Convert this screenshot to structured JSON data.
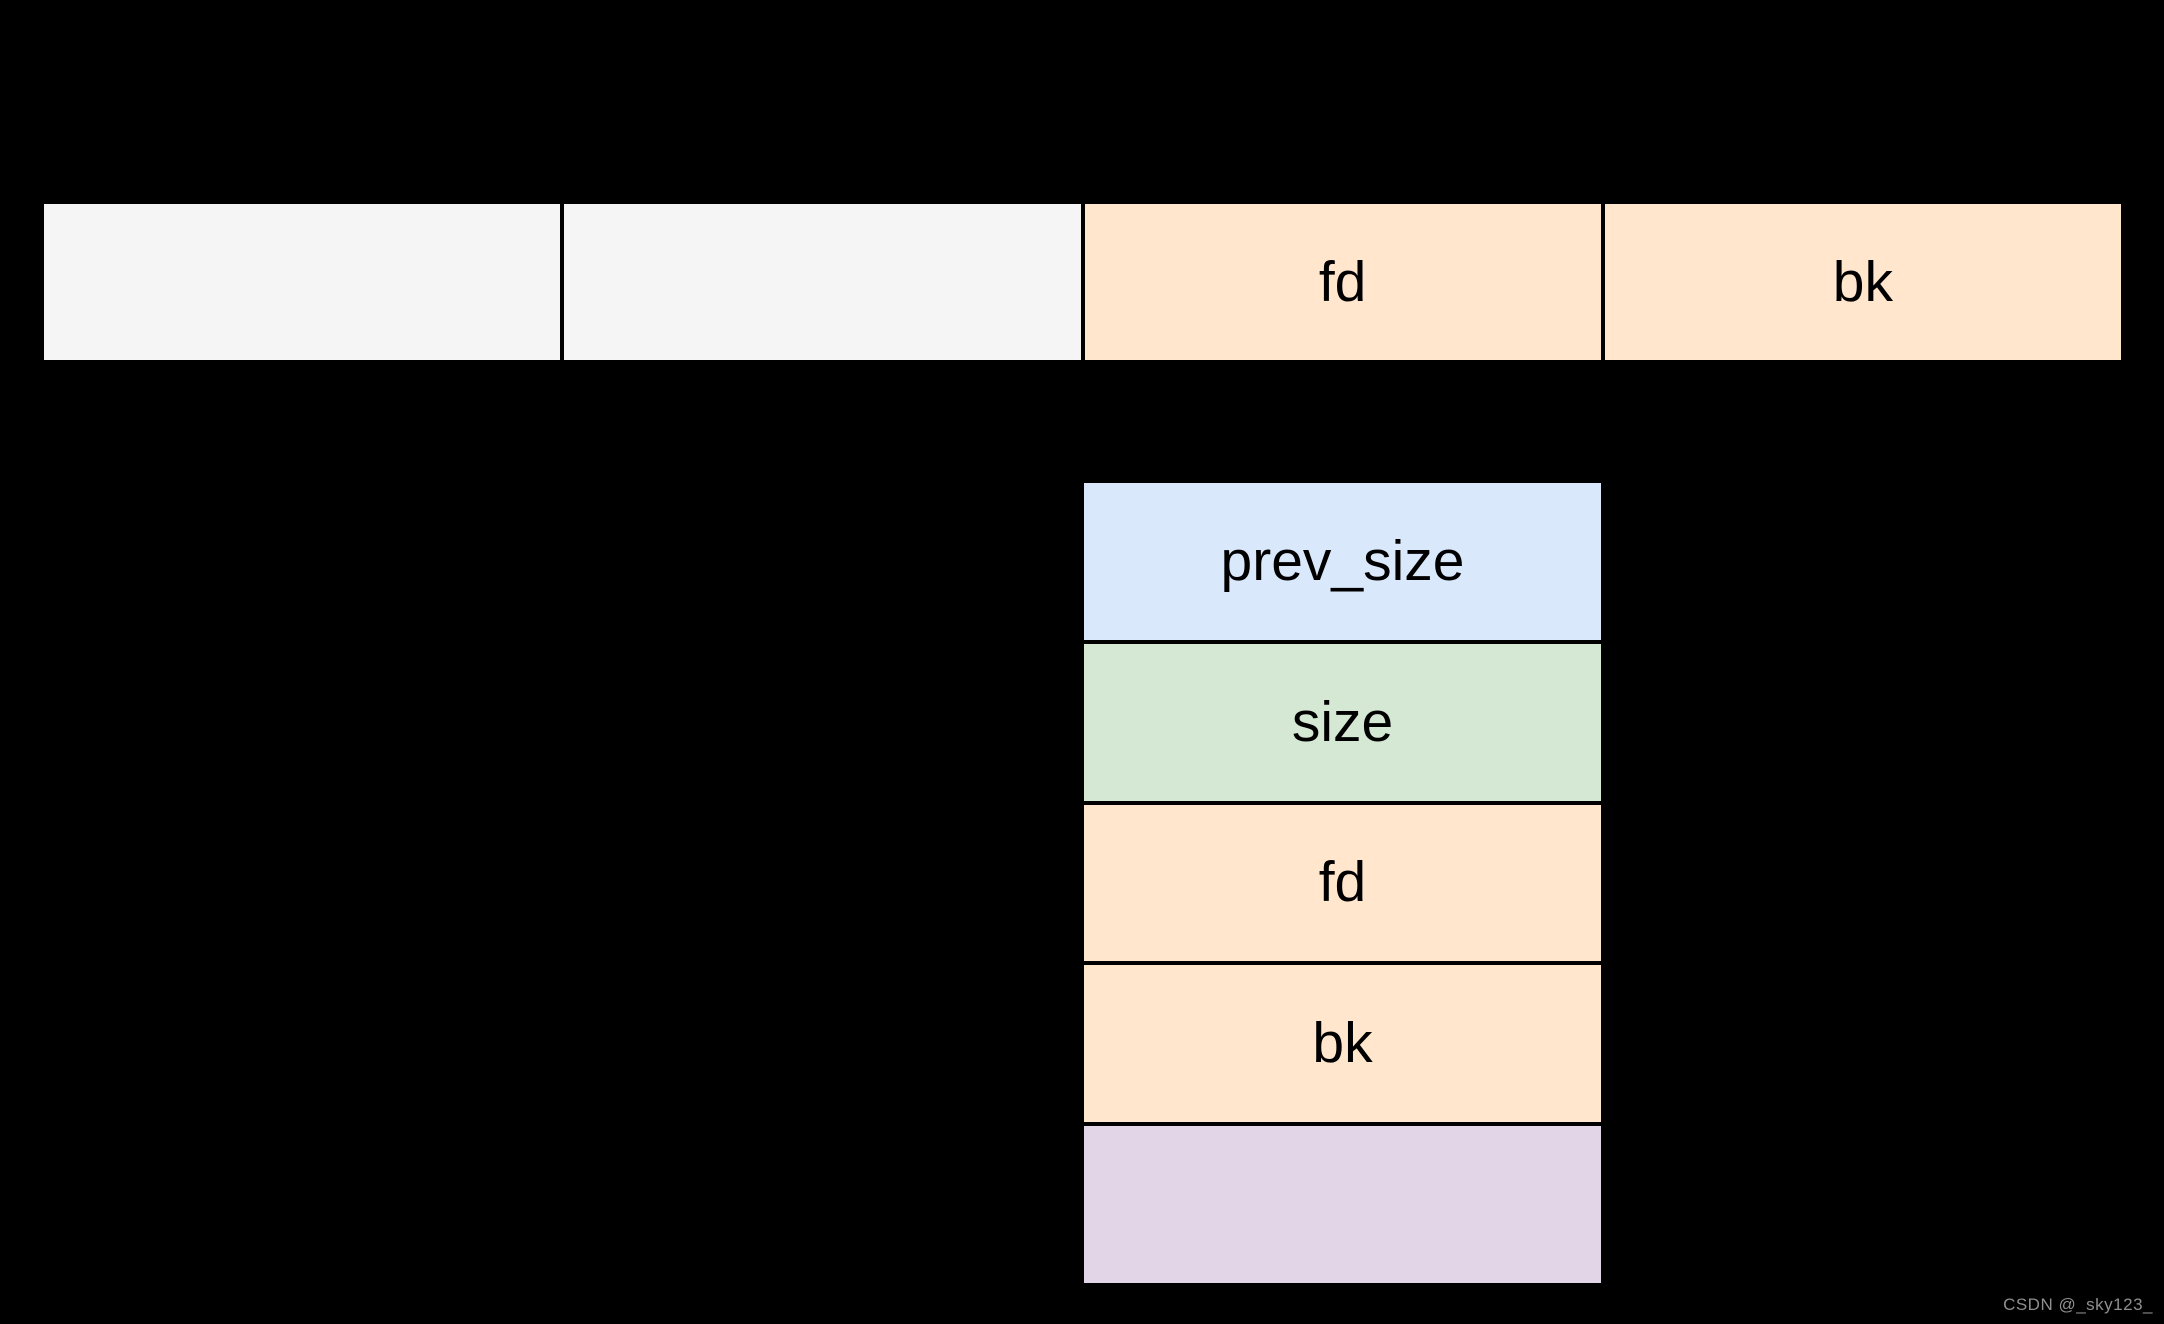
{
  "colors": {
    "background": "#000000",
    "gray_cell": "#f5f5f5",
    "orange_cell": "#ffe6cc",
    "blue_cell": "#dae8fc",
    "green_cell": "#d5e8d4",
    "purple_cell": "#e1d5e7",
    "label_text": "#000000",
    "watermark_text": "#8f8f8f"
  },
  "top_row": {
    "cells": [
      {
        "label": "",
        "fill": "#f5f5f5"
      },
      {
        "label": "",
        "fill": "#f5f5f5"
      },
      {
        "label": "fd",
        "fill": "#ffe6cc"
      },
      {
        "label": "bk",
        "fill": "#ffe6cc"
      }
    ]
  },
  "chunk_stack": {
    "cells": [
      {
        "label": "prev_size",
        "fill": "#dae8fc"
      },
      {
        "label": "size",
        "fill": "#d5e8d4"
      },
      {
        "label": "fd",
        "fill": "#ffe6cc"
      },
      {
        "label": "bk",
        "fill": "#ffe6cc"
      },
      {
        "label": "",
        "fill": "#e1d5e7"
      }
    ]
  },
  "watermark": {
    "text": "CSDN @_sky123_"
  }
}
